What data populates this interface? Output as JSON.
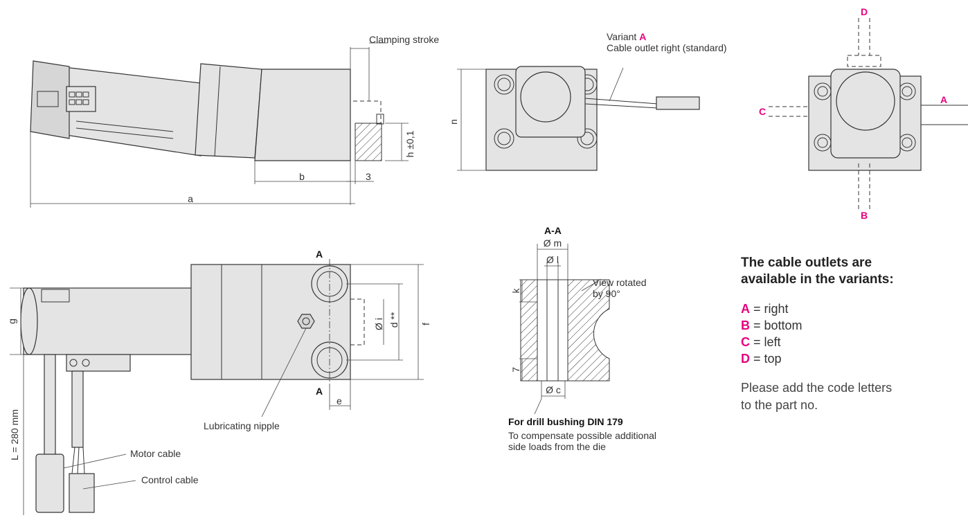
{
  "labels": {
    "clamping_stroke": "Clamping stroke",
    "variant_prefix": "Variant ",
    "variant_code": "A",
    "cable_outlet_standard": "Cable outlet right (standard)",
    "dim_a": "a",
    "dim_b": "b",
    "dim_3": "3",
    "dim_h": "h ±0,1",
    "dim_n": "n",
    "section_A_top": "A",
    "section_A_bottom": "A",
    "dim_g": "g",
    "dim_f": "f",
    "dim_d": "d **",
    "dim_i": "Ø i",
    "dim_e": "e",
    "dim_L": "L = 280 mm",
    "lubricating_nipple": "Lubricating nipple",
    "motor_cable": "Motor cable",
    "control_cable": "Control cable",
    "section_AA": "A-A",
    "dim_m": "Ø m",
    "dim_l": "Ø l",
    "dim_k": "k",
    "dim_7": "7",
    "dim_c": "Ø c",
    "view_rotated_1": "View rotated",
    "view_rotated_2": "by 90°",
    "drill_bushing": "For drill bushing DIN 179",
    "compensate_1": "To compensate possible additional",
    "compensate_2": "side loads from the die",
    "outlet_A": "A",
    "outlet_B": "B",
    "outlet_C": "C",
    "outlet_D": "D"
  },
  "legend": {
    "title_1": "The cable outlets are",
    "title_2": "available in the variants:",
    "variants": [
      {
        "code": "A",
        "text": " = right"
      },
      {
        "code": "B",
        "text": " = bottom"
      },
      {
        "code": "C",
        "text": " = left"
      },
      {
        "code": "D",
        "text": " = top"
      }
    ],
    "note_1": "Please add the code letters",
    "note_2": "to the part no."
  },
  "colors": {
    "accent": "#e6007e",
    "part_fill": "#e4e4e4",
    "line": "#333333"
  }
}
